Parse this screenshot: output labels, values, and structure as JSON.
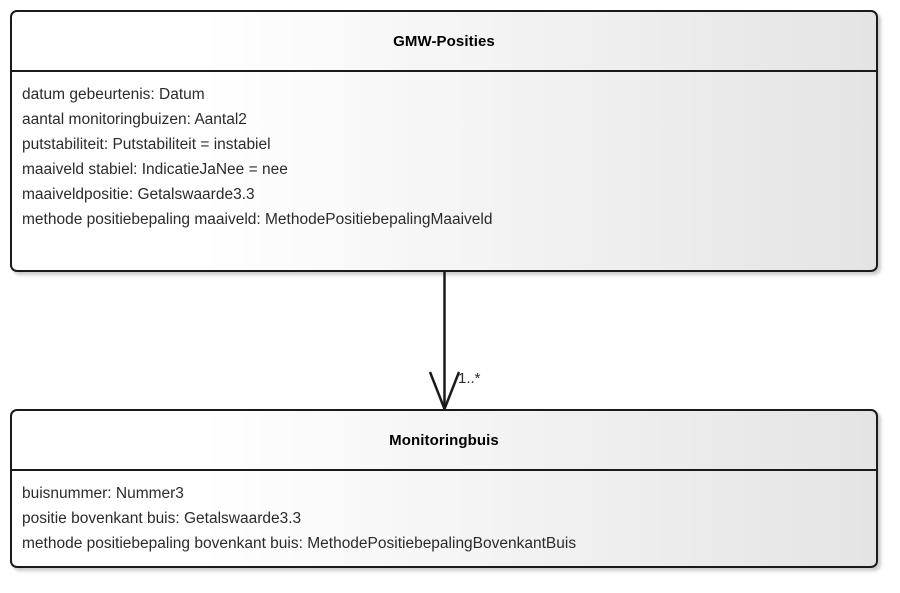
{
  "diagram": {
    "type": "uml-class-diagram",
    "background_color": "#ffffff",
    "border_color": "#1a1a1a",
    "text_color": "#2b2b2b",
    "fill_gradient_from": "#ffffff",
    "fill_gradient_to": "#e4e4e4"
  },
  "classes": [
    {
      "id": "gmw-posities",
      "name": "GMW-Posities",
      "attributes": [
        "datum gebeurtenis: Datum",
        "aantal monitoringbuizen: Aantal2",
        "putstabiliteit: Putstabiliteit = instabiel",
        "maaiveld stabiel: IndicatieJaNee = nee",
        "maaiveldpositie: Getalswaarde3.3",
        "methode positiebepaling maaiveld: MethodePositiebepalingMaaiveld"
      ]
    },
    {
      "id": "monitoringbuis",
      "name": "Monitoringbuis",
      "attributes": [
        "buisnummer: Nummer3",
        "positie bovenkant buis: Getalswaarde3.3",
        "methode positiebepaling bovenkant buis: MethodePositiebepalingBovenkantBuis"
      ]
    }
  ],
  "association": {
    "from": "GMW-Posities",
    "to": "Monitoringbuis",
    "multiplicity": "1..*",
    "arrow_style": "open-arrowhead",
    "line_color": "#1a1a1a"
  }
}
